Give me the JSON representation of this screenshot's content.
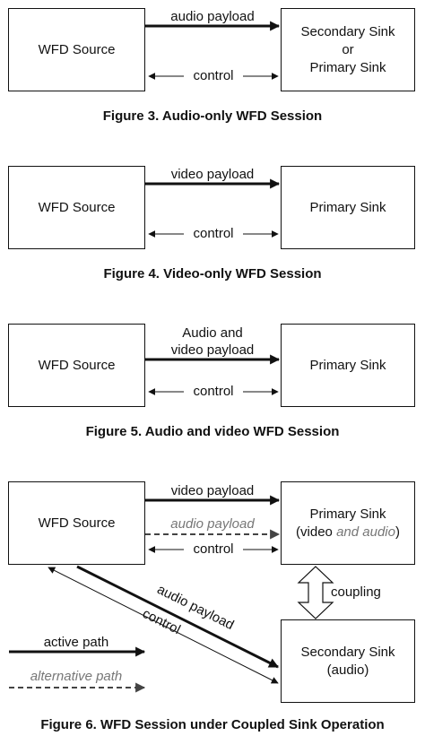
{
  "figures": [
    {
      "caption": "Figure 3.  Audio-only WFD Session",
      "source_label": "WFD Source",
      "sink_line1": "Secondary Sink",
      "sink_line2": "or",
      "sink_line3": "Primary Sink",
      "payload_label": "audio payload",
      "control_label": "control"
    },
    {
      "caption": "Figure 4.  Video-only WFD Session",
      "source_label": "WFD Source",
      "sink_label": "Primary Sink",
      "payload_label": "video payload",
      "control_label": "control"
    },
    {
      "caption": "Figure 5.  Audio and video WFD Session",
      "source_label": "WFD Source",
      "sink_label": "Primary Sink",
      "payload_line1": "Audio and",
      "payload_line2": "video payload",
      "control_label": "control"
    },
    {
      "caption": "Figure 6.  WFD Session under Coupled Sink Operation",
      "source_label": "WFD Source",
      "primary_line1": "Primary Sink",
      "primary_line2_a": "(video ",
      "primary_line2_b": "and audio",
      "primary_line2_c": ")",
      "secondary_line1": "Secondary Sink",
      "secondary_line2": "(audio)",
      "video_payload_label": "video payload",
      "audio_payload_alt_label": "audio payload",
      "control_label": "control",
      "coupling_label": "coupling",
      "diag_audio_label": "audio payload",
      "diag_control_label": "control",
      "legend_active": "active path",
      "legend_alternative": "alternative path"
    }
  ]
}
